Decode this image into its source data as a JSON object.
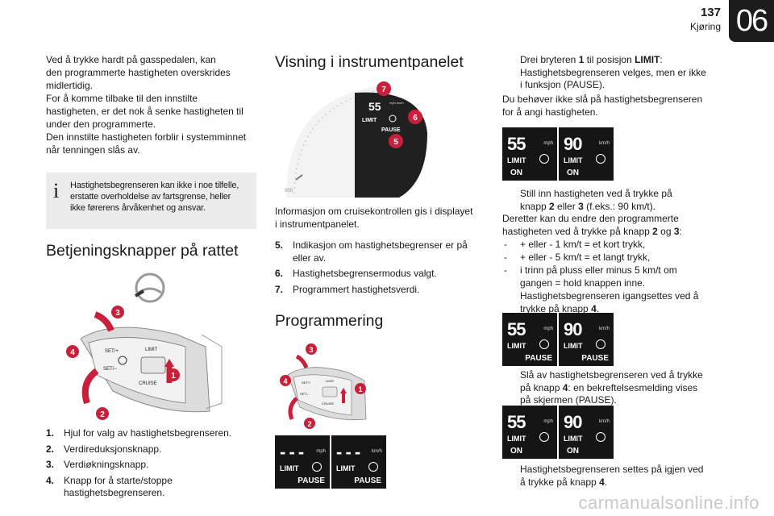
{
  "header": {
    "page_number": "137",
    "chapter_name": "Kjøring",
    "chapter_tab": "06"
  },
  "left": {
    "intro_lines": [
      "Ved å trykke hardt på gasspedalen, kan",
      "den programmerte hastigheten overskrides",
      "midlertidig.",
      "For å komme tilbake til den innstilte",
      "hastigheten, er det nok å senke hastigheten til",
      "under den programmerte.",
      "Den innstilte hastigheten forblir i systemminnet",
      "når tenningen slås av."
    ],
    "info_icon": "i",
    "info_lines": [
      "Hastighetsbegrenseren kan ikke i noe tilfelle,",
      "erstatte overholdelse av fartsgrense, heller",
      "ikke førerens årvåkenhet og ansvar."
    ],
    "section_title": "Betjeningsknapper på rattet",
    "diagram": {
      "callouts": [
        "1",
        "2",
        "3",
        "4"
      ],
      "labels": {
        "set_plus": "SET/+",
        "set_minus": "SET/–",
        "limit": "LIMIT",
        "cruise": "CRUISE"
      }
    },
    "list": [
      {
        "num": "1.",
        "text": "Hjul for valg av hastighetsbegrenseren."
      },
      {
        "num": "2.",
        "text": "Verdireduksjonsknapp."
      },
      {
        "num": "3.",
        "text": "Verdiøkningsknapp."
      },
      {
        "num": "4.",
        "text": "Knapp for å starte/stoppe",
        "text2": "hastighetsbegrenseren."
      }
    ]
  },
  "middle": {
    "section_title": "Visning i instrumentpanelet",
    "dial": {
      "callouts": [
        "7",
        "6",
        "5"
      ],
      "speed": "55",
      "unit": "mph km/h",
      "limit": "LIMIT",
      "pause": "PAUSE",
      "odometer": "000"
    },
    "intro_lines": [
      "Informasjon om cruisekontrollen gis i displayet",
      "i instrumentpanelet."
    ],
    "list": [
      {
        "num": "5.",
        "text": "Indikasjon om hastighetsbegrenser er på",
        "text2": "eller av."
      },
      {
        "num": "6.",
        "text": "Hastighetsbegrensermodus valgt."
      },
      {
        "num": "7.",
        "text": "Programmert hastighetsverdi."
      }
    ],
    "section_title_2": "Programmering",
    "diagram2": {
      "callouts": [
        "1",
        "2",
        "3",
        "4"
      ],
      "labels": {
        "set_plus": "SET/+",
        "set_minus": "SET/–",
        "limit": "LIMIT",
        "cruise": "CRUISE"
      }
    },
    "displays": [
      {
        "speed": "- - -",
        "unit": "mph",
        "limit": "LIMIT",
        "state": "PAUSE"
      },
      {
        "speed": "- - -",
        "unit": "km/h",
        "limit": "LIMIT",
        "state": "PAUSE"
      }
    ]
  },
  "right": {
    "bullet1_line1_pre": "Drei bryteren ",
    "bullet1_bold1": "1",
    "bullet1_line1_mid": " til posisjon ",
    "bullet1_bold2": "LIMIT",
    "bullet1_line1_post": ":",
    "bullet1_line2": "Hastighetsbegrenseren velges, men er ikke",
    "bullet1_line3": "i funksjon (PAUSE).",
    "para1_line1": "Du behøver ikke slå på hastighetsbegrenseren",
    "para1_line2": "for å angi hastigheten.",
    "displays1": [
      {
        "speed": "55",
        "unit": "mph",
        "limit": "LIMIT",
        "state": "ON"
      },
      {
        "speed": "90",
        "unit": "km/h",
        "limit": "LIMIT",
        "state": "ON"
      }
    ],
    "bullet2_line1": "Still inn hastigheten ved å trykke på",
    "bullet2_line2_pre": "knapp ",
    "bullet2_b1": "2",
    "bullet2_line2_mid": " eller ",
    "bullet2_b2": "3",
    "bullet2_line2_post": " (f.eks.: 90 km/t).",
    "para2_line1": "Deretter kan du endre den programmerte",
    "para2_line2_pre": "hastigheten ved å trykke på knapp ",
    "para2_b1": "2",
    "para2_line2_mid": " og ",
    "para2_b2": "3",
    "para2_line2_post": ":",
    "dashes": [
      "+ eller - 1 km/t = et kort trykk,",
      "+ eller - 5 km/t = et langt trykk,",
      "i trinn på pluss eller minus 5 km/t om"
    ],
    "dash3_line2": "gangen = hold knappen inne.",
    "bullet3_line1": "Hastighetsbegrenseren igangsettes ved å",
    "bullet3_line2_pre": "trykke på knapp ",
    "bullet3_b": "4",
    "bullet3_line2_post": ".",
    "displays2": [
      {
        "speed": "55",
        "unit": "mph",
        "limit": "LIMIT",
        "state": "PAUSE"
      },
      {
        "speed": "90",
        "unit": "km/h",
        "limit": "LIMIT",
        "state": "PAUSE"
      }
    ],
    "bullet4_line1": "Slå av hastighetsbegrenseren ved å trykke",
    "bullet4_line2_pre": "på knapp ",
    "bullet4_b": "4",
    "bullet4_line2_post": ": en bekreftelsesmelding vises",
    "bullet4_line3": "på skjermen (PAUSE).",
    "displays3": [
      {
        "speed": "55",
        "unit": "mph",
        "limit": "LIMIT",
        "state": "ON"
      },
      {
        "speed": "90",
        "unit": "km/h",
        "limit": "LIMIT",
        "state": "ON"
      }
    ],
    "bullet5_line1": "Hastighetsbegrenseren settes på igjen ved",
    "bullet5_line2_pre": "å trykke på knapp ",
    "bullet5_b": "4",
    "bullet5_line2_post": "."
  },
  "bullet_glyph": "",
  "dash_glyph": "-",
  "watermark": "carmanualsonline.info",
  "colors": {
    "callout_red": "#c8203a",
    "display_bg": "#151515",
    "info_bg": "#ececec"
  }
}
